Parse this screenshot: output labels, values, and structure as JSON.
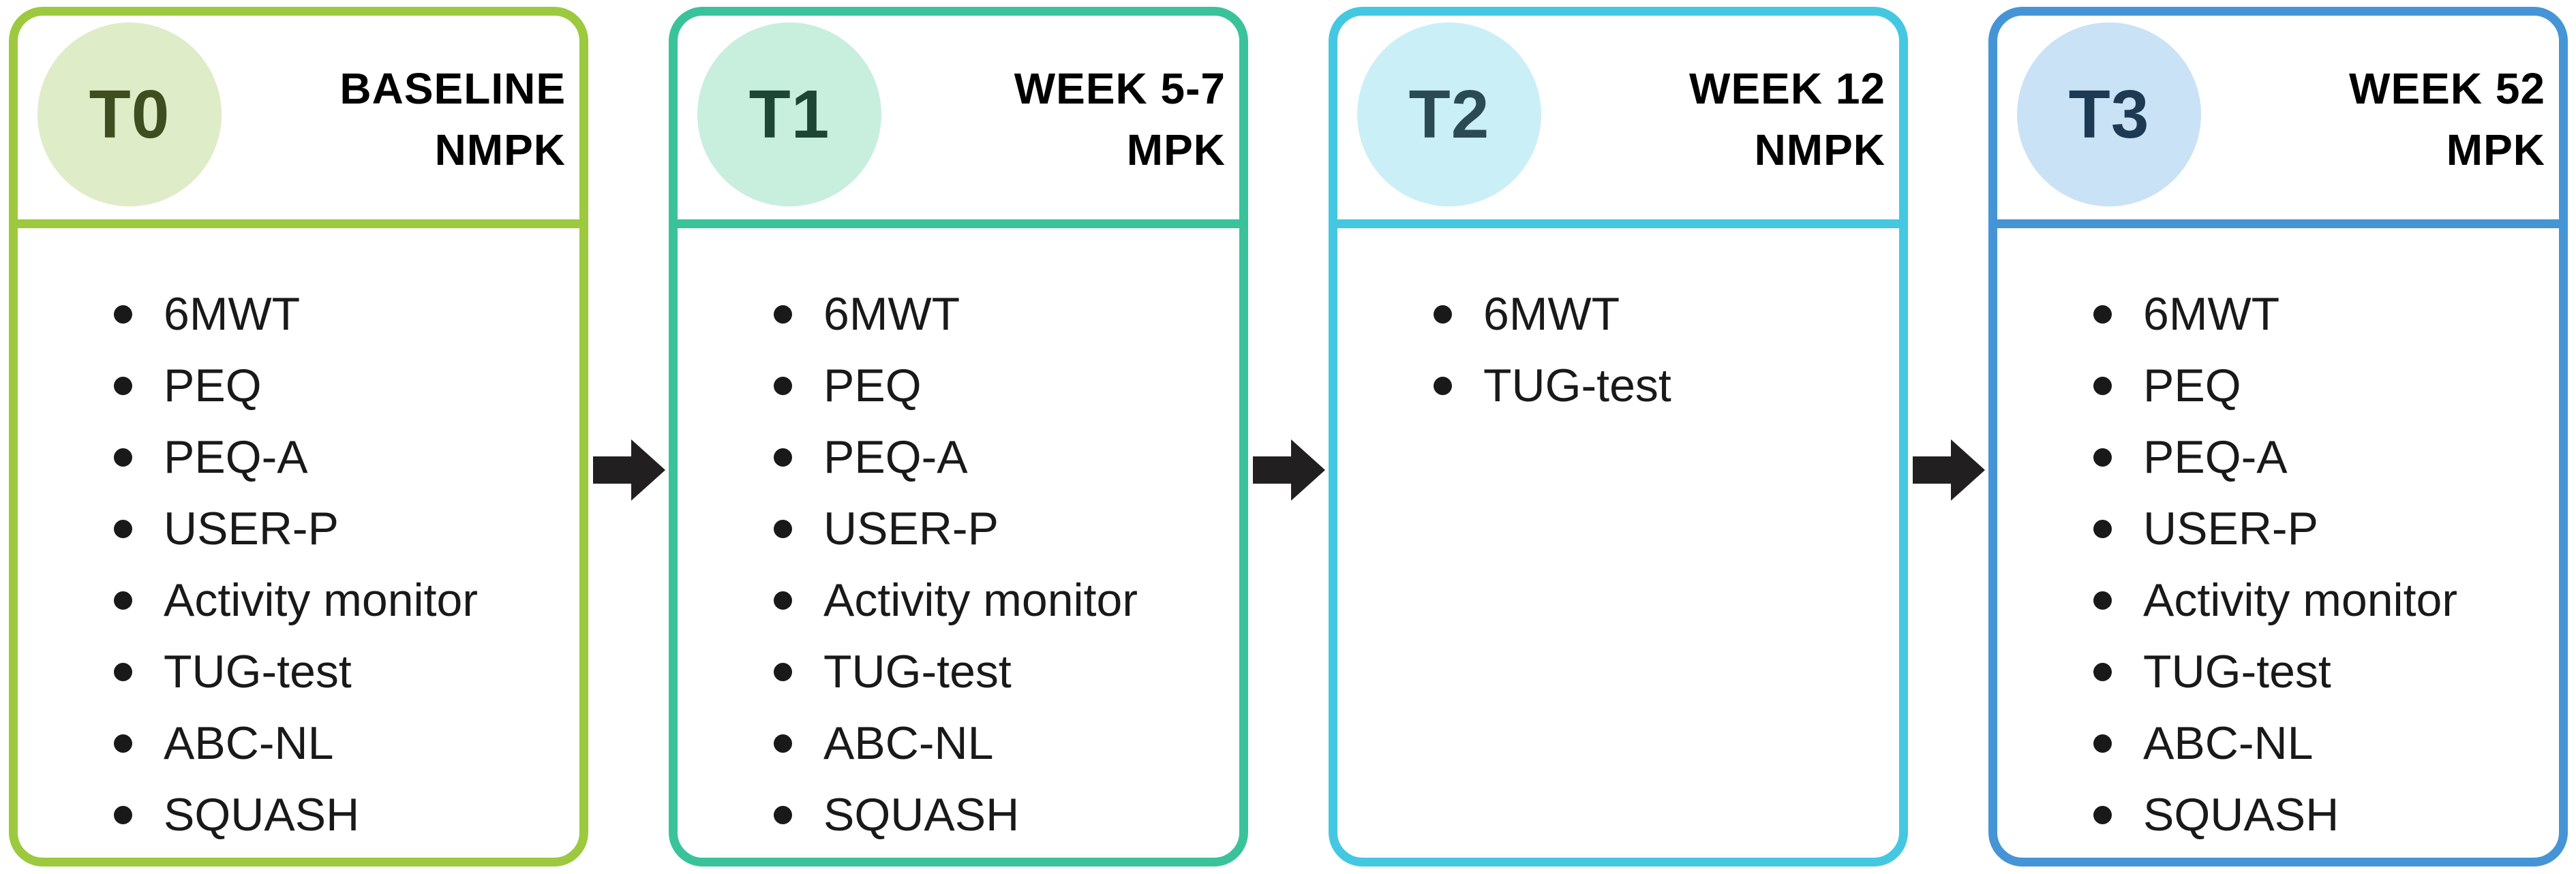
{
  "cards": [
    {
      "label": "T0",
      "header_line1": "BASELINE",
      "header_line2": "NMPK",
      "items": [
        "6MWT",
        "PEQ",
        "PEQ-A",
        "USER-P",
        "Activity monitor",
        "TUG-test",
        "ABC-NL",
        "SQUASH"
      ]
    },
    {
      "label": "T1",
      "header_line1": "WEEK 5-7",
      "header_line2": "MPK",
      "items": [
        "6MWT",
        "PEQ",
        "PEQ-A",
        "USER-P",
        "Activity monitor",
        "TUG-test",
        "ABC-NL",
        "SQUASH"
      ]
    },
    {
      "label": "T2",
      "header_line1": "WEEK 12",
      "header_line2": "NMPK",
      "items": [
        "6MWT",
        "TUG-test"
      ]
    },
    {
      "label": "T3",
      "header_line1": "WEEK 52",
      "header_line2": "MPK",
      "items": [
        "6MWT",
        "PEQ",
        "PEQ-A",
        "USER-P",
        "Activity monitor",
        "TUG-test",
        "ABC-NL",
        "SQUASH"
      ]
    }
  ],
  "arrows": [
    "right-arrow",
    "right-arrow",
    "right-arrow"
  ],
  "colors": {
    "t0": {
      "border": "#9CC93E",
      "fill": "#DEECC8",
      "text": "#3F4D20"
    },
    "t1": {
      "border": "#3AC39B",
      "fill": "#C8EEDE",
      "text": "#1E4634"
    },
    "t2": {
      "border": "#44C8E1",
      "fill": "#CBEFF6",
      "text": "#2B4B54"
    },
    "t3": {
      "border": "#4595D6",
      "fill": "#C9E2F6",
      "text": "#1D3A52"
    },
    "arrow": "#221F20",
    "header_text": "#000000",
    "body_text": "#191919",
    "background": "#FFFFFF"
  }
}
